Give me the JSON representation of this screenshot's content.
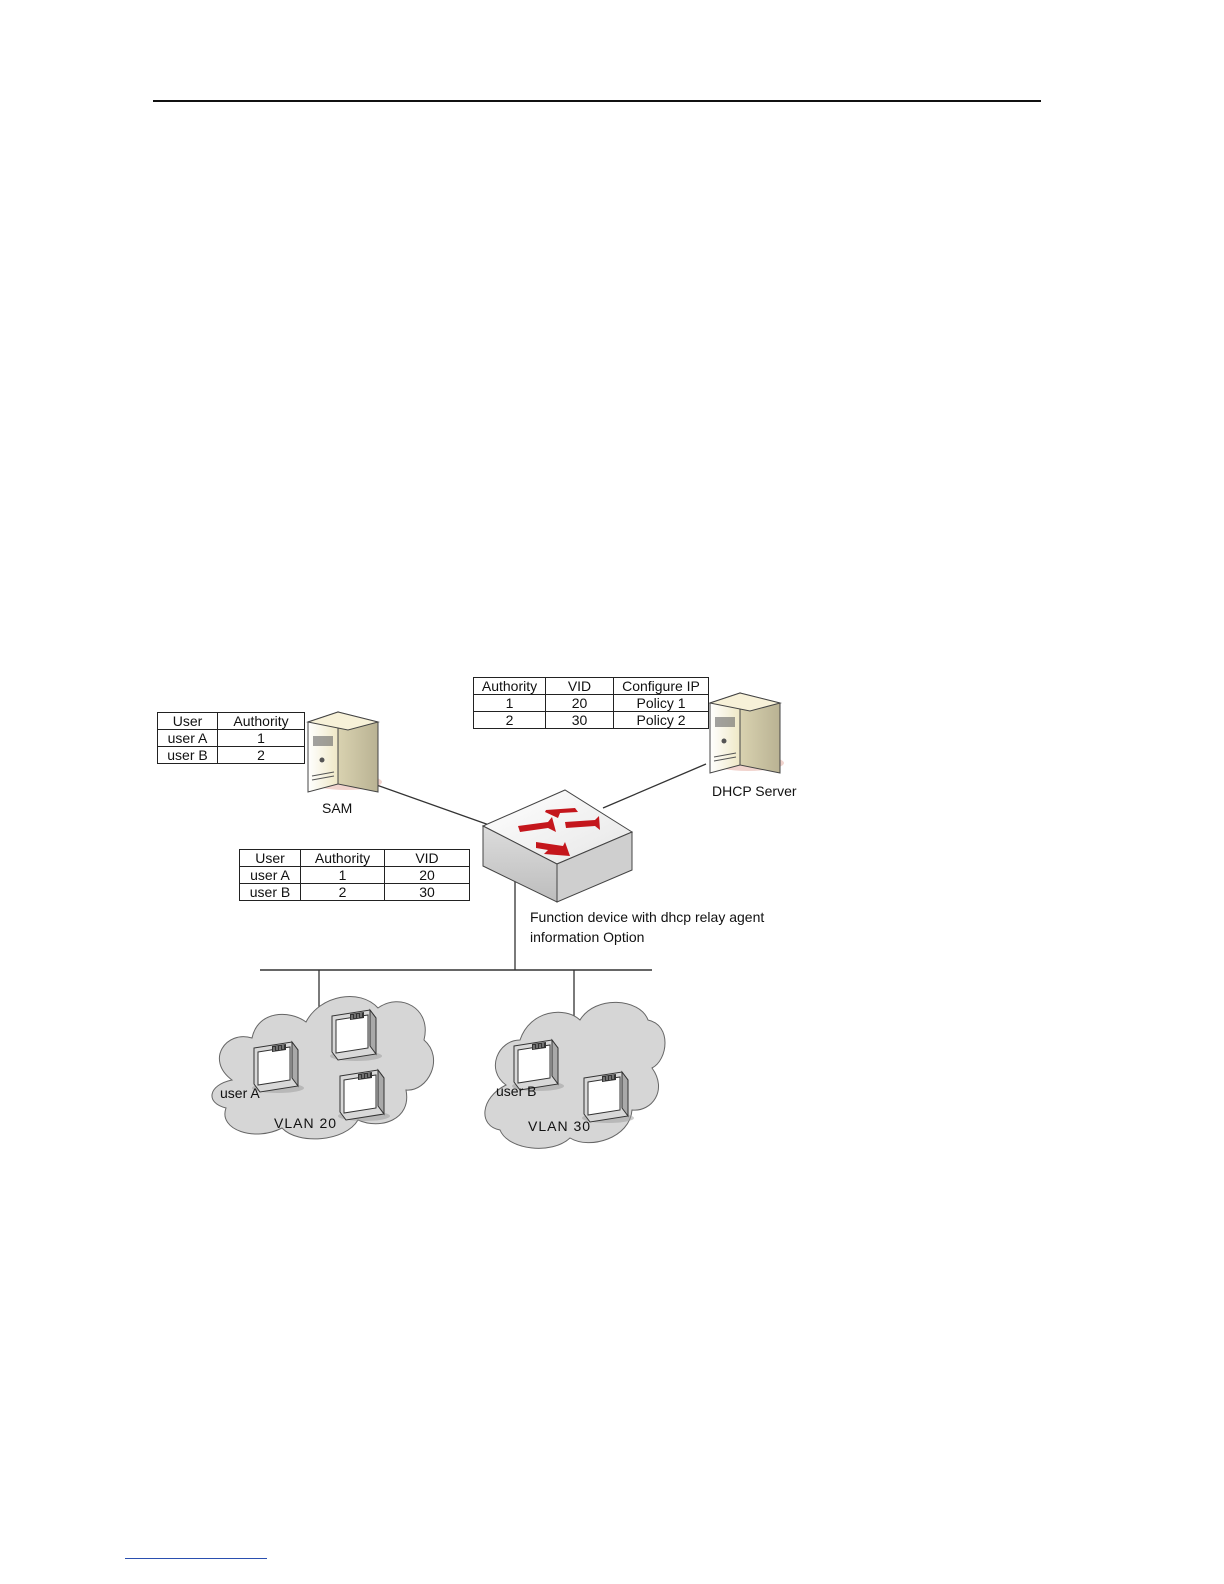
{
  "diagram": {
    "sam_table": {
      "headers": [
        "User",
        "Authority"
      ],
      "rows": [
        [
          "user A",
          "1"
        ],
        [
          "user B",
          "2"
        ]
      ]
    },
    "dhcp_table": {
      "headers": [
        "Authority",
        "VID",
        "Configure IP"
      ],
      "rows": [
        [
          "1",
          "20",
          "Policy 1"
        ],
        [
          "2",
          "30",
          "Policy 2"
        ]
      ]
    },
    "relay_table": {
      "headers": [
        "User",
        "Authority",
        "VID"
      ],
      "rows": [
        [
          "user A",
          "1",
          "20"
        ],
        [
          "user B",
          "2",
          "30"
        ]
      ]
    },
    "labels": {
      "sam": "SAM",
      "dhcp_server": "DHCP Server",
      "relay_line1": "Function device with dhcp relay agent",
      "relay_line2": "information Option",
      "vlan20": "VLAN  20",
      "vlan30": "VLAN  30",
      "user_a": "user A",
      "user_b": "user B"
    },
    "icons": [
      "server-icon",
      "switch-icon",
      "computer-icon",
      "cloud-icon"
    ],
    "colors": {
      "switch_arrows": "#c4161c",
      "server_body": "#f3eccd"
    }
  }
}
